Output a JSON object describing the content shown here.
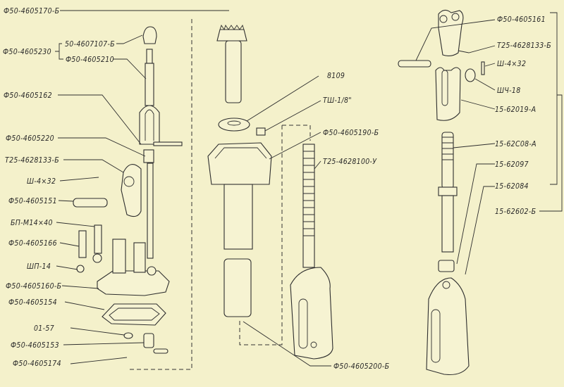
{
  "title": "Exploded view of shift lever assembly",
  "left_labels": [
    {
      "id": "f50-4605170-b",
      "text": "Ф50-4605170-Б"
    },
    {
      "id": "50-4607107-b",
      "text": "50-4607107-Б"
    },
    {
      "id": "f50-4605230",
      "text": "Ф50-4605230"
    },
    {
      "id": "f50-4605210",
      "text": "Ф50-4605210"
    },
    {
      "id": "f50-4605162",
      "text": "Ф50-4605162"
    },
    {
      "id": "f50-4605220",
      "text": "Ф50-4605220"
    },
    {
      "id": "t25-4628133-b",
      "text": "Т25-4628133-Б"
    },
    {
      "id": "sh-4x32",
      "text": "Ш-4×32"
    },
    {
      "id": "f50-4605151",
      "text": "Ф50-4605151"
    },
    {
      "id": "bp-m14x40",
      "text": "БП-М14×40"
    },
    {
      "id": "f50-4605166",
      "text": "Ф50-4605166"
    },
    {
      "id": "shp-14",
      "text": "ШП-14"
    },
    {
      "id": "f50-4605160-b",
      "text": "Ф50-4605160-Б"
    },
    {
      "id": "f50-4605154",
      "text": "Ф50-4605154"
    },
    {
      "id": "01-57",
      "text": "01-57"
    },
    {
      "id": "f50-4605153",
      "text": "Ф50-4605153"
    },
    {
      "id": "f50-4605174",
      "text": "Ф50-4605174"
    }
  ],
  "middle_labels": [
    {
      "id": "8109",
      "text": "8109"
    },
    {
      "id": "tsh-1-8",
      "text": "ТШ-1/8\""
    },
    {
      "id": "f50-4605190-b",
      "text": "Ф50-4605190-Б"
    },
    {
      "id": "t25-4628100-u",
      "text": "Т25-4628100-У"
    },
    {
      "id": "f50-4605200-b",
      "text": "Ф50-4605200-Б"
    }
  ],
  "right_labels": [
    {
      "id": "f50-4605161",
      "text": "Ф50-4605161"
    },
    {
      "id": "t25-4628133-b-r",
      "text": "Т25-4628133-Б"
    },
    {
      "id": "sh-4x32-r",
      "text": "Ш-4×32"
    },
    {
      "id": "shch-18",
      "text": "ШЧ-18"
    },
    {
      "id": "15-62019-a",
      "text": "15-62019-А"
    },
    {
      "id": "15-62c08-a",
      "text": "15-62С08-А"
    },
    {
      "id": "15-62097",
      "text": "15-62097"
    },
    {
      "id": "15-62084",
      "text": "15-62084"
    },
    {
      "id": "15-62602-b",
      "text": "15-62602-Б"
    }
  ]
}
